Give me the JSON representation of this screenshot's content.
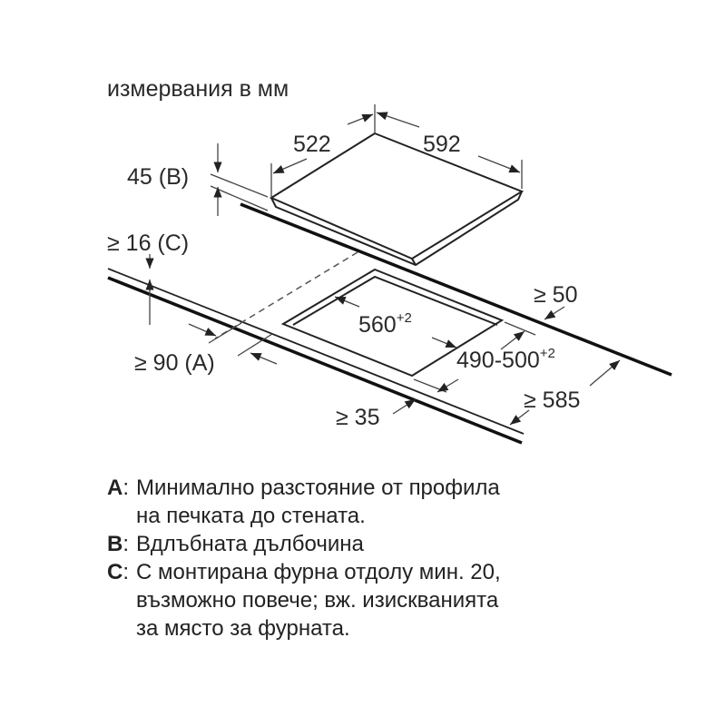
{
  "title": "измервания в мм",
  "dimensions": {
    "hob_depth": "522",
    "hob_width": "592",
    "depth_b": "45 (B)",
    "gap_c": "≥ 16 (C)",
    "rear_min": "≥ 50",
    "cutout_width": "560",
    "cutout_width_tol": "+2",
    "cutout_depth": "490-500",
    "cutout_depth_tol": "+2",
    "front_a": "≥ 90 (A)",
    "worktop_depth": "≥ 585",
    "front_min": "≥ 35"
  },
  "legend": [
    {
      "key": "A",
      "lines": [
        "Минимално разстояние от профила",
        "на печката до стената."
      ]
    },
    {
      "key": "B",
      "lines": [
        "Вдлъбната дълбочина"
      ]
    },
    {
      "key": "C",
      "lines": [
        "С монтирана фурна отдолу мин. 20,",
        "възможно повече; вж. изискванията",
        "за място за фурната."
      ]
    }
  ]
}
